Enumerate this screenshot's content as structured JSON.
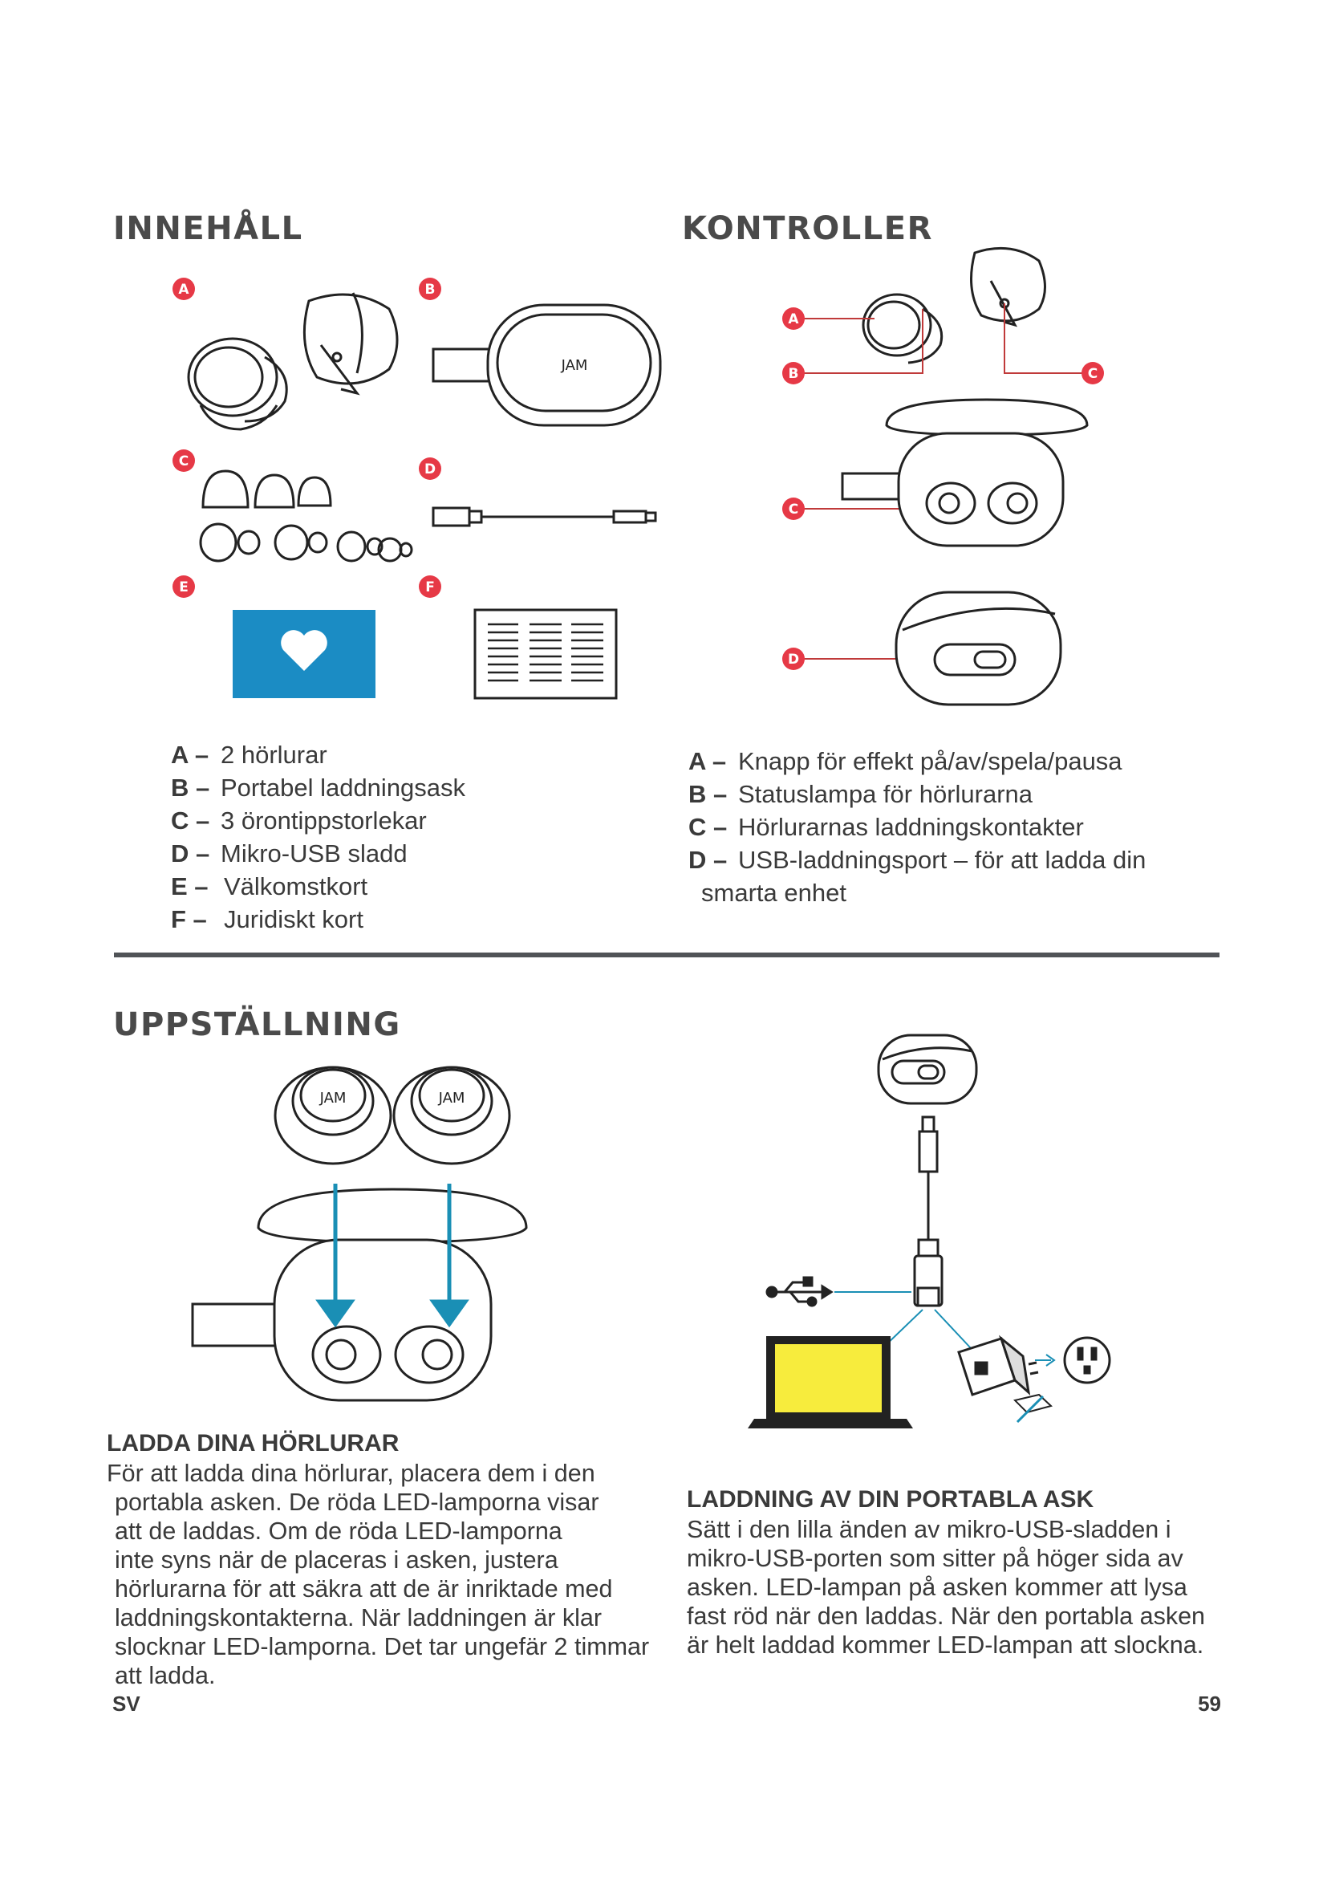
{
  "contents": {
    "heading": "INNEHÅLL",
    "badges": [
      "A",
      "B",
      "C",
      "D",
      "E",
      "F"
    ],
    "brand": "JAM",
    "items": [
      {
        "key": "A –",
        "text": "2 hörlurar"
      },
      {
        "key": "B –",
        "text": "Portabel laddningsask"
      },
      {
        "key": "C –",
        "text": "3 örontippstorlekar"
      },
      {
        "key": "D –",
        "text": "Mikro-USB sladd"
      },
      {
        "key": "E –",
        "text": "Välkomstkort"
      },
      {
        "key": "F –",
        "text": "Juridiskt kort"
      }
    ]
  },
  "controls": {
    "heading": "KONTROLLER",
    "badges": [
      "A",
      "B",
      "C",
      "C",
      "D"
    ],
    "items": [
      {
        "key": "A –",
        "text": "Knapp för effekt på/av/spela/pausa"
      },
      {
        "key": "B –",
        "text": "Statuslampa för hörlurarna"
      },
      {
        "key": "C –",
        "text": "Hörlurarnas laddningskontakter"
      },
      {
        "key": "D –",
        "text": "USB-laddningsport – för att ladda din",
        "cont": "smarta enhet"
      }
    ]
  },
  "setup": {
    "heading": "UPPSTÄLLNING",
    "charge_earbuds": {
      "title": "LADDA DINA HÖRLURAR",
      "lines": [
        "För att ladda dina hörlurar, placera dem i den",
        "portabla asken. De röda LED-lamporna visar",
        "att de laddas. Om de röda LED-lamporna",
        "inte syns när de placeras i asken, justera",
        "hörlurarna för att säkra att de är inriktade med",
        "laddningskontakterna. När laddningen är klar",
        "slocknar LED-lamporna. Det tar ungefär 2 timmar",
        "att ladda."
      ]
    },
    "charge_case": {
      "title": "LADDNING AV DIN PORTABLA ASK",
      "lines": [
        "Sätt i den lilla änden av mikro-USB-sladden i",
        "mikro-USB-porten som sitter på höger sida av",
        "asken. LED-lampan på asken kommer att lysa",
        "fast röd när den laddas. När den portabla asken",
        "är helt laddad kommer LED-lampan att slockna."
      ]
    }
  },
  "footer": {
    "lang": "SV",
    "page": "59"
  },
  "colors": {
    "accent_red": "#e63946",
    "arrow_blue": "#1a8fb5",
    "card_blue": "#1b8cc4",
    "laptop_yellow": "#f7ec3d",
    "divider": "#505357"
  }
}
